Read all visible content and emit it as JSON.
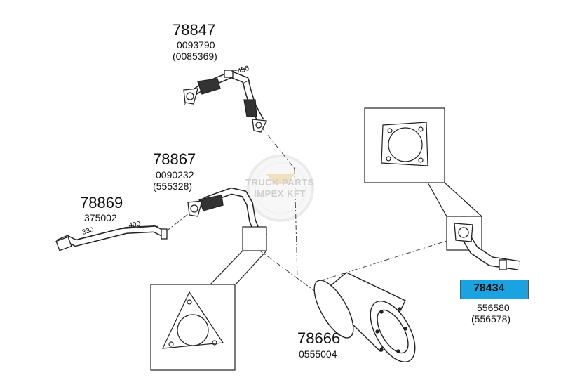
{
  "watermark": {
    "line1": "TRUCK PARTS",
    "line2": "IMPEX KFT"
  },
  "parts": {
    "p78847": {
      "number": "78847",
      "ref1": "0093790",
      "ref2": "(0085369)",
      "dim": "450"
    },
    "p78867": {
      "number": "78867",
      "ref1": "0090232",
      "ref2": "(555328)"
    },
    "p78869": {
      "number": "78869",
      "ref1": "375002",
      "dim_a": "330",
      "dim_b": "400"
    },
    "p78666": {
      "number": "78666",
      "ref1": "0555004"
    },
    "p78434": {
      "number": "78434",
      "ref1": "556580",
      "ref2": "(556578)",
      "highlight_color": "#1aa3e0"
    }
  }
}
